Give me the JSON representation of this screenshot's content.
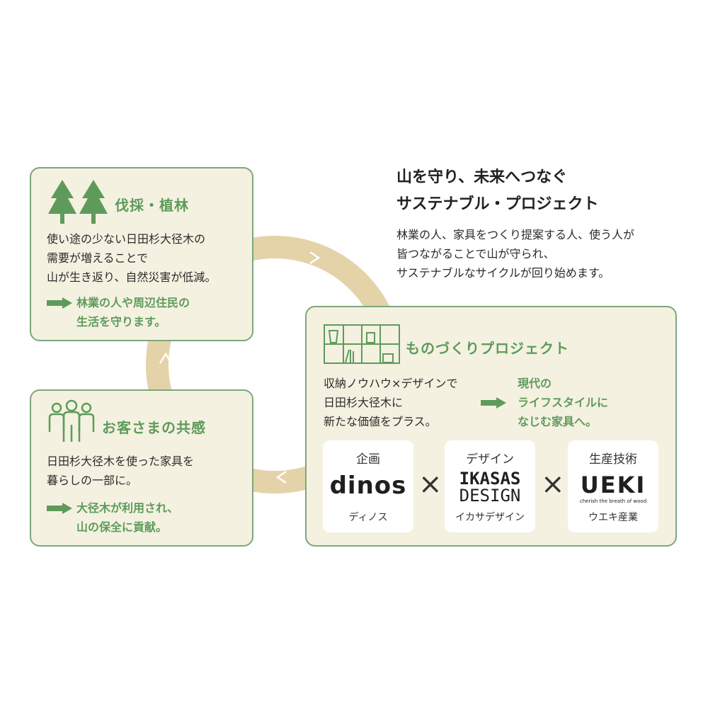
{
  "headline": {
    "line1": "山を守り、未来へつなぐ",
    "line2": "サステナブル・プロジェクト"
  },
  "intro": [
    "林業の人、家具をつくり提案する人、使う人が",
    "皆つながることで山が守られ、",
    "サステナブルなサイクルが回り始めます。"
  ],
  "felling": {
    "icon": "tree-icon",
    "title": "伐採・植林",
    "body": [
      "使い途の少ない日田杉大径木の",
      "需要が増えることで",
      "山が生き返り、自然災害が低減。"
    ],
    "result": [
      "林業の人や周辺住民の",
      "生活を守ります。"
    ]
  },
  "empathy": {
    "icon": "people-icon",
    "title": "お客さまの共感",
    "body": [
      "日田杉大径木を使った家具を",
      "暮らしの一部に。"
    ],
    "result": [
      "大径木が利用され、",
      "山の保全に貢献。"
    ]
  },
  "monozukuri": {
    "icon": "shelf-icon",
    "title": "ものづくりプロジェクト",
    "body": [
      "収納ノウハウ×デザインで",
      "日田杉大径木に",
      "新たな価値をプラス。"
    ],
    "result": [
      "現代の",
      "ライフスタイルに",
      "なじむ家具へ。"
    ],
    "partners": [
      {
        "role": "企画",
        "logo": "dinos",
        "name": "ディノス"
      },
      {
        "role": "デザイン",
        "logo_line1": "IKASAS",
        "logo_line2": "DESIGN",
        "name": "イカサデザイン"
      },
      {
        "role": "生産技術",
        "logo": "UEKI",
        "tagline": "cherish the breath of wood",
        "name": "ウエキ産業"
      }
    ],
    "times_symbol": "×"
  },
  "colors": {
    "green": "#5e9b5a",
    "card_bg": "#f4f1e1",
    "card_border": "#7da67c",
    "ring": "#e4d3a8"
  }
}
